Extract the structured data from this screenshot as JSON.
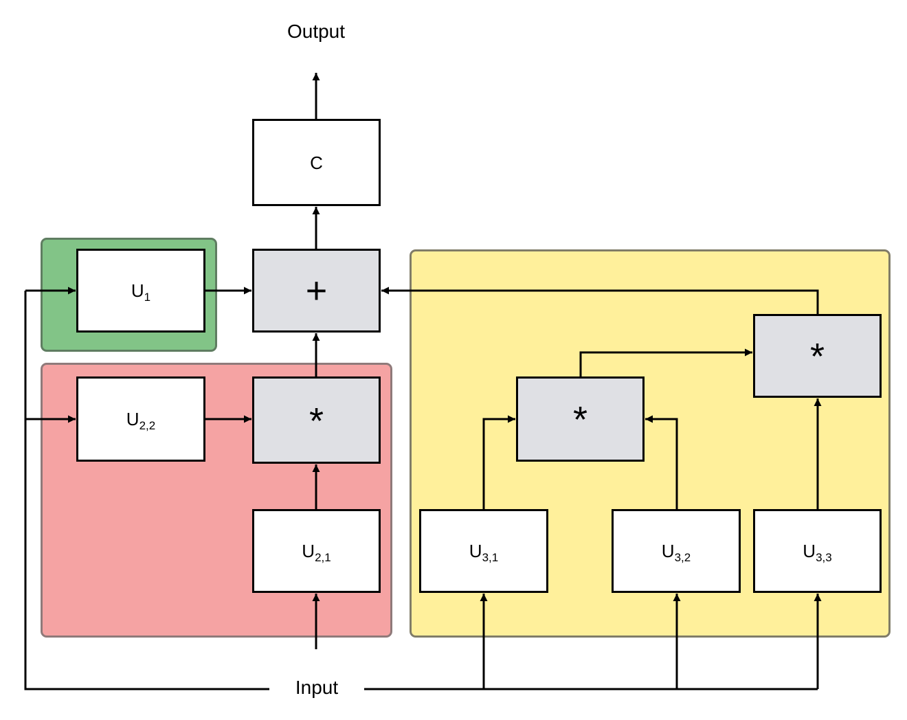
{
  "labels": {
    "output": "Output",
    "input": "Input"
  },
  "nodes": {
    "c": "C",
    "plus": "+",
    "u1": {
      "base": "U",
      "sub": "1"
    },
    "u22": {
      "base": "U",
      "sub": "2,2"
    },
    "u21": {
      "base": "U",
      "sub": "2,1"
    },
    "mul_red": "*",
    "mul_yellow_lower": "*",
    "mul_yellow_upper": "*",
    "u31": {
      "base": "U",
      "sub": "3,1"
    },
    "u32": {
      "base": "U",
      "sub": "3,2"
    },
    "u33": {
      "base": "U",
      "sub": "3,3"
    }
  },
  "colors": {
    "green_group": "#82c487",
    "red_group": "#f5a3a3",
    "yellow_group": "#fff09b",
    "operator_fill": "#dfe0e4",
    "stroke": "#000000"
  }
}
